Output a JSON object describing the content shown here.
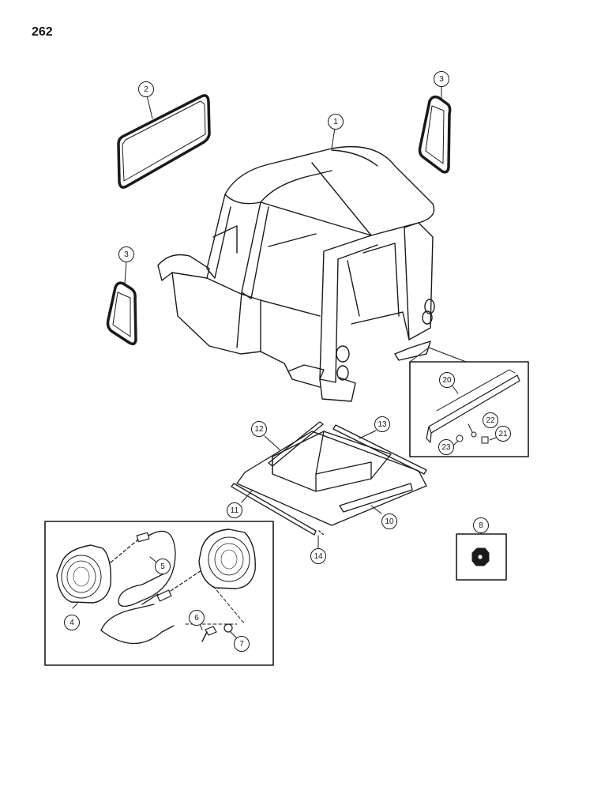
{
  "page": {
    "number": "262"
  },
  "callouts": {
    "c1": "1",
    "c2": "2",
    "c3a": "3",
    "c3b": "3",
    "c4": "4",
    "c5": "5",
    "c6": "6",
    "c7": "7",
    "c8": "8",
    "c10": "10",
    "c11": "11",
    "c12": "12",
    "c13": "13",
    "c14": "14",
    "c20": "20",
    "c21": "21",
    "c22": "22",
    "c23": "23"
  },
  "colors": {
    "ink": "#1a1a1a",
    "paper": "#ffffff"
  }
}
